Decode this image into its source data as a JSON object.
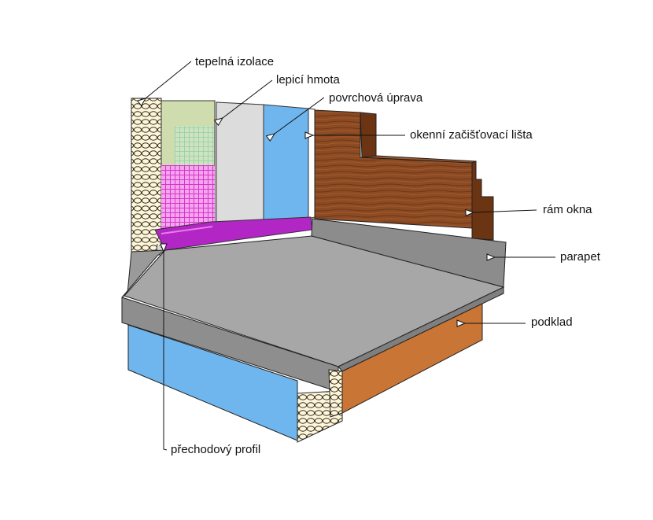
{
  "labels": {
    "tepelna_izolace": "tepelná izolace",
    "lepici_hmota": "lepicí hmota",
    "povrchova_uprava": "povrchová úprava",
    "okenni_zacistovaci_lista": "okenní začišťovací lišta",
    "ram_okna": "rám okna",
    "parapet": "parapet",
    "podklad": "podklad",
    "prechodovy_profil": "přechodový profil"
  },
  "colors": {
    "insulation": "#fdf6dc",
    "adhesive_green": "#cfdcae",
    "mesh_pink": "#e96be0",
    "render_grey": "#d9d9d9",
    "render_blue": "#70b6ee",
    "window_frame_brown": "#8a4a24",
    "sill_grey": "#a7a7a7",
    "base_orange": "#c87536",
    "transition_profile_purple": "#b226c6"
  }
}
